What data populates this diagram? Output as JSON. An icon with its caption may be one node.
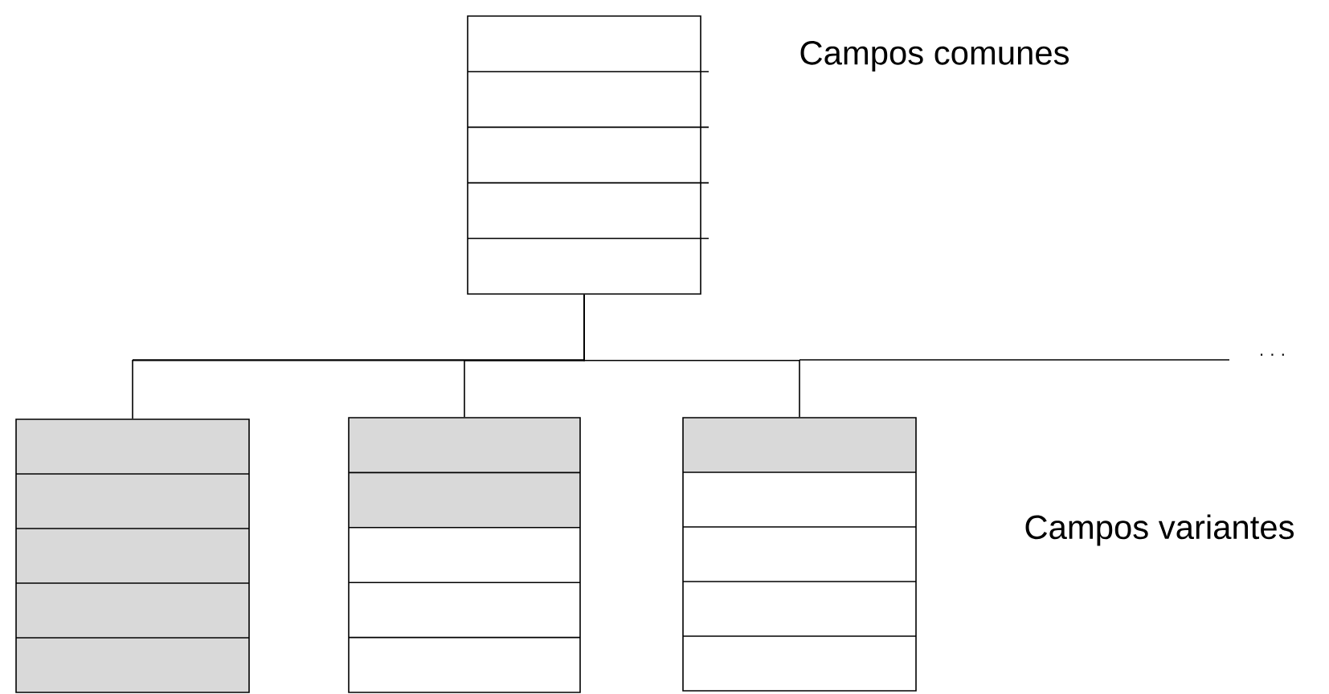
{
  "diagram": {
    "nodes": [
      {
        "text": [],
        "shape": "box"
      },
      {
        "text": [],
        "shape": "box"
      },
      {
        "text": [],
        "shape": "box"
      },
      {
        "text": [],
        "shape": "box"
      }
    ],
    "edges": [
      {
        "from": 0,
        "to": 1,
        "arrow": "none"
      },
      {
        "from": 0,
        "to": 2,
        "arrow": "none"
      },
      {
        "from": 0,
        "to": 3,
        "arrow": "none"
      }
    ],
    "labels": [
      "Campos comunes",
      "· · ·",
      "Campos variantes"
    ]
  }
}
